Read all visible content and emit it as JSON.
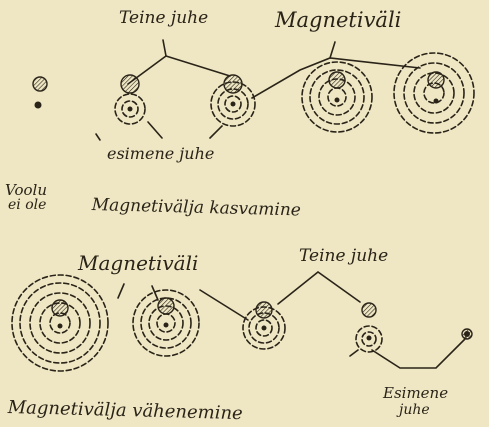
{
  "labels": {
    "teine_juhe_top": "Teine juhe",
    "magnetivali_top": "Magnetiväli",
    "esimene_juhe_top": "esimene juhe",
    "voolu_ei_ole_line1": "Voolu",
    "voolu_ei_ole_line2": "ei ole",
    "kasvamine": "Magnetivälja kasvamine",
    "magnetivali_bottom": "Magnetiväli",
    "teine_juhe_bottom": "Teine juhe",
    "vahenemine": "Magnetivälja vähenemine",
    "esimene_juhe_bottom_line1": "Esimene",
    "esimene_juhe_bottom_line2": "juhe"
  },
  "colors": {
    "paper": "#efe6c4",
    "ink": "#2a2418"
  }
}
